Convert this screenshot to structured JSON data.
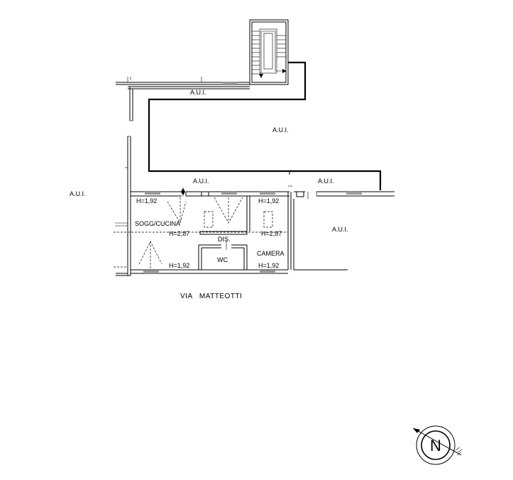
{
  "labels": {
    "aui_top_corridor": "A.U.I.",
    "aui_center": "A.U.I.",
    "aui_left": "A.U.I.",
    "aui_mid_left": "A.U.I.",
    "aui_mid_right": "A.U.I.",
    "aui_right": "A.U.I.",
    "h_192_a": "H=1,92",
    "h_192_b": "H=1,92",
    "h_192_c": "H=1,92",
    "h_192_d": "H=1,92",
    "h_287_a": "H=2,87",
    "h_287_b": "H=2,87",
    "room_sogg": "SOGG/CUCINA",
    "room_dis": "DIS.",
    "room_wc": "WC",
    "room_camera": "CAMERA",
    "street": "VIA   MATTEOTTI"
  },
  "compass": {
    "letter": "N"
  }
}
